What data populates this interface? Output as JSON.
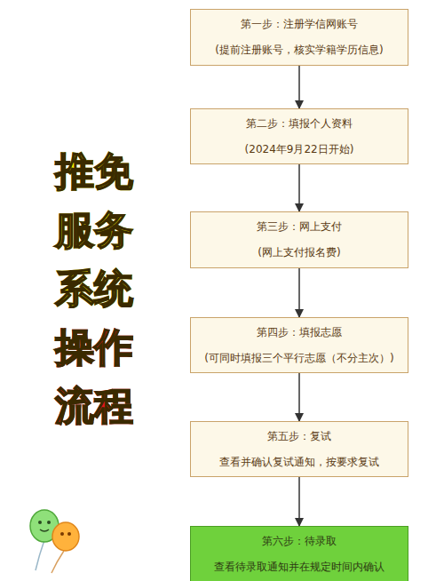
{
  "diagram": {
    "title": "推免服务系统操作流程",
    "nodes": [
      {
        "text": [
          "第一步：注册学信网账号",
          "(提前注册账号，核实学籍学历信息)"
        ]
      },
      {
        "text": [
          "第二步：填报个人资料",
          "(2024年9月22日开始)"
        ]
      },
      {
        "text": [
          "第三步：网上支付",
          "(网上支付报名费)"
        ]
      },
      {
        "text": [
          "第四步：填报志愿",
          "(可同时填报三个平行志愿（不分主次）)"
        ]
      },
      {
        "text": [
          "第五步：复试",
          "查看并确认复试通知，按要求复试"
        ]
      },
      {
        "text": [
          "第六步：待录取",
          "查看待录取通知并在规定时间内确认"
        ]
      }
    ],
    "edges": [
      {
        "from": 0,
        "to": 1,
        "arrow": "to"
      },
      {
        "from": 1,
        "to": 2,
        "arrow": "to"
      },
      {
        "from": 2,
        "to": 3,
        "arrow": "to"
      },
      {
        "from": 3,
        "to": 4,
        "arrow": "to"
      },
      {
        "from": 4,
        "to": 5,
        "arrow": "to"
      }
    ]
  }
}
